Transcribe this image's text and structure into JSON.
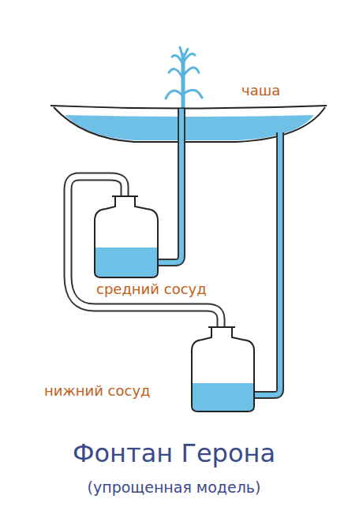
{
  "diagram": {
    "title": "Фонтан Герона",
    "caption": "(упрощенная модель)",
    "labels": [
      "чаша",
      "средний сосуд",
      "нижний сосуд"
    ]
  }
}
